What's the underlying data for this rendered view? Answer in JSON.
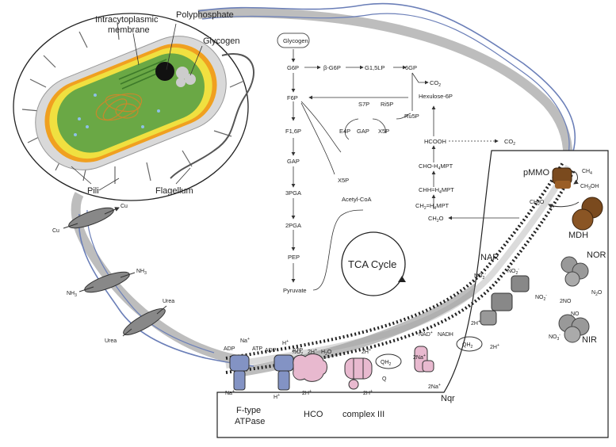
{
  "cell_labels": {
    "intracytoplasmic": "Intracytoplasmic",
    "membrane": "membrane",
    "polyphosphate": "Polyphosphate",
    "glycogen": "Glycogen",
    "pili": "Pili",
    "flagellum": "Flagellum"
  },
  "pathway": {
    "glycogen": "Glycogen",
    "g6p": "G6P",
    "bg6p": "β-G6P",
    "g15lp": "G1,5LP",
    "sixgp": "6GP",
    "co2_a": "CO",
    "f6p": "F6P",
    "hexulose": "Hexulose-6P",
    "s7p": "S7P",
    "ri5p": "Ri5P",
    "ru5p": "Ru5P",
    "e4p": "E4P",
    "gap_mid": "GAP",
    "x5p_mid": "X5P",
    "f16p": "F1,6P",
    "x5p_low": "X5P",
    "gap": "GAP",
    "pga3": "3PGA",
    "pga2": "2PGA",
    "pep": "PEP",
    "pyruvate": "Pyruvate",
    "acetyl": "Acetyl-CoA",
    "tca": "TCA Cycle",
    "hcooh": "HCOOH",
    "co2_b": "CO",
    "cho": "CHO-H",
    "chh": "CHH=H",
    "ch2": "CH",
    "ch2o": "CH",
    "mpt": "MPT"
  },
  "membrane_labels": {
    "pmmo": "pMMO",
    "ch4": "CH",
    "ch3oh": "CH",
    "ch3oh_suffix": "OH",
    "mdh": "MDH",
    "ch2o_ext": "CH",
    "nor": "NOR",
    "n2o": "N",
    "twono": "2NO",
    "no": "NO",
    "nir": "NIR",
    "nar": "NAR",
    "no2_a": "NO",
    "no2_b": "NO",
    "no2_c": "NO",
    "no3": "NO",
    "twohplus_a": "2H",
    "twohplus_b": "2H",
    "cu_out": "Cu",
    "cu_in": "Cu",
    "nh3_out": "NH",
    "nh3_in": "NH",
    "urea_out": "Urea",
    "urea_in": "Urea"
  },
  "bottom_labels": {
    "adp1": "ADP",
    "na1": "Na",
    "atp1": "ATP",
    "na2": "Na",
    "ftype1": "F-type",
    "ftype2": "ATPase",
    "adp2": "ADP",
    "h1": "H",
    "atp2": "ATP",
    "h2": "H",
    "halfo2": "½O",
    "twoh_hco": "2H",
    "h2o": "H",
    "twoh_hco_b": "2H",
    "hco": "HCO",
    "twoh_c3": "2H",
    "twoh_c3_b": "2H",
    "complex3": "complex III",
    "qh2_a": "QH",
    "q": "Q",
    "qh2_b": "QH",
    "nad": "NAD",
    "nadh": "NADH",
    "twona_a": "2Na",
    "twona_b": "2Na",
    "nqr": "Nqr"
  },
  "colors": {
    "membrane_gray": "#bdbdbd",
    "wavy_blue": "#6b7fb8",
    "atpase_blue": "#8393c4",
    "hco_pink": "#e8b9cf",
    "transporter_gray": "#888888",
    "pmmo_brown": "#7a4a1e",
    "cell_green": "#6aa845",
    "cell_yellow": "#f0e040",
    "cell_orange": "#f0a020"
  }
}
